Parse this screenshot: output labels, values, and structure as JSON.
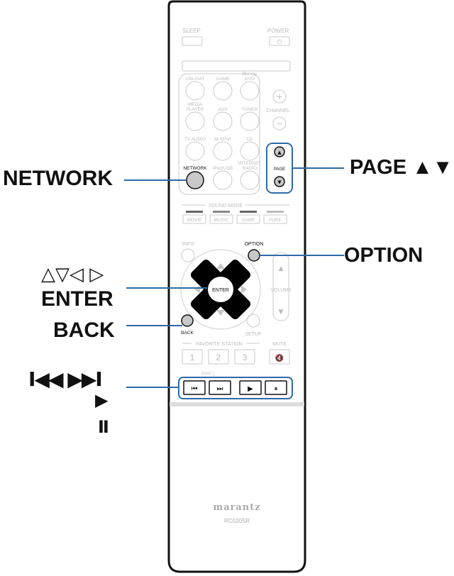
{
  "remote": {
    "sleep_label": "SLEEP",
    "power_label": "POWER",
    "power_symbol": "⏻",
    "sources": [
      "CBL/SAT",
      "GAME",
      "Blu-ray DVD",
      "MEDIA PLAYER",
      "AUX",
      "TUNER",
      "TV AUDIO",
      "M-XPort",
      "CD",
      "NETWORK",
      "iPod/USB",
      "INTERNET RADIO"
    ],
    "channel_label": "CHANNEL",
    "channel_plus": "+",
    "channel_minus": "−",
    "page_label": "PAGE",
    "page_up": "▲",
    "page_down": "▼",
    "sound_mode_label": "SOUND MODE",
    "sound_modes": [
      "MOVIE",
      "MUSIC",
      "GAME",
      "PURE"
    ],
    "info_label": "INFO",
    "option_label": "OPTION",
    "enter_label": "ENTER",
    "back_label": "BACK",
    "setup_label": "SETUP",
    "volume_label": "VOLUME",
    "favorite_label": "FAVORITE STATION",
    "mute_label": "MUTE",
    "favorites": [
      "1",
      "2",
      "3"
    ],
    "mute_symbol": "🔇",
    "transport_label": "PRE  |",
    "transport_buttons": [
      "⏮",
      "⏭",
      "▶",
      "⏸"
    ],
    "brand": "marantz",
    "model": "RC020SR"
  },
  "callouts": {
    "network": "NETWORK",
    "page": "PAGE ▲▼",
    "option": "OPTION",
    "cursor_arrows": "△▽◁ ▷",
    "enter": "ENTER",
    "back": "BACK",
    "skip": "I◀◀ ▶▶I",
    "play": "▶",
    "pause": "II"
  },
  "colors": {
    "callout_line": "#2d6aa8",
    "highlight_fill": "#c8c8c8",
    "remote_outline": "#111111",
    "button_outline": "#c9c9c9"
  }
}
